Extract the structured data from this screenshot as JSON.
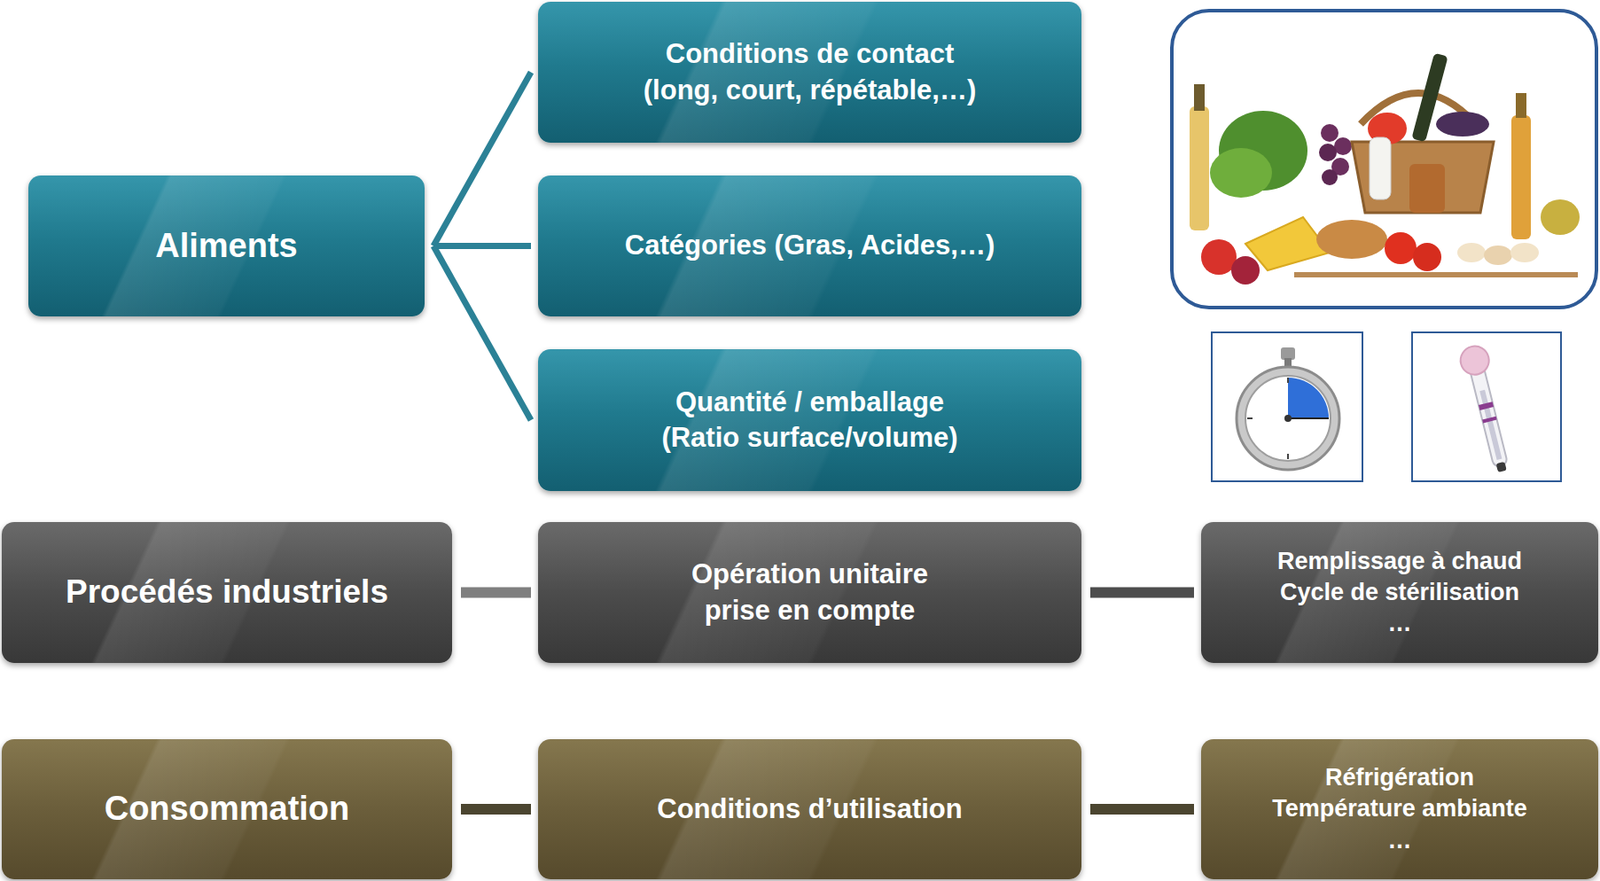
{
  "diagram": {
    "nodes": [
      {
        "text": [
          "Aliments"
        ]
      },
      {
        "text": [
          "Conditions de contact (long, court, répétable,…)"
        ]
      },
      {
        "text": [
          "Catégories (Gras, Acides,…)"
        ]
      },
      {
        "text": [
          "Quantité / emballage (Ratio surface/volume)"
        ]
      },
      {
        "text": [
          "Procédés industriels"
        ]
      },
      {
        "text": [
          "Opération unitaire prise en compte"
        ]
      },
      {
        "text": [
          "Remplissage à chaud",
          "Cycle de stérilisation",
          "…"
        ]
      },
      {
        "text": [
          "Consommation"
        ]
      },
      {
        "text": [
          "Conditions d’utilisation"
        ]
      },
      {
        "text": [
          "Réfrigération",
          "Température ambiante",
          "…"
        ]
      }
    ],
    "edges": [
      {
        "from": 0,
        "to": 1,
        "arrow": "none"
      },
      {
        "from": 0,
        "to": 2,
        "arrow": "none"
      },
      {
        "from": 0,
        "to": 3,
        "arrow": "none"
      },
      {
        "from": 4,
        "to": 5,
        "arrow": "none"
      },
      {
        "from": 5,
        "to": 6,
        "arrow": "none"
      },
      {
        "from": 7,
        "to": 8,
        "arrow": "none"
      },
      {
        "from": 8,
        "to": 9,
        "arrow": "none"
      }
    ]
  }
}
